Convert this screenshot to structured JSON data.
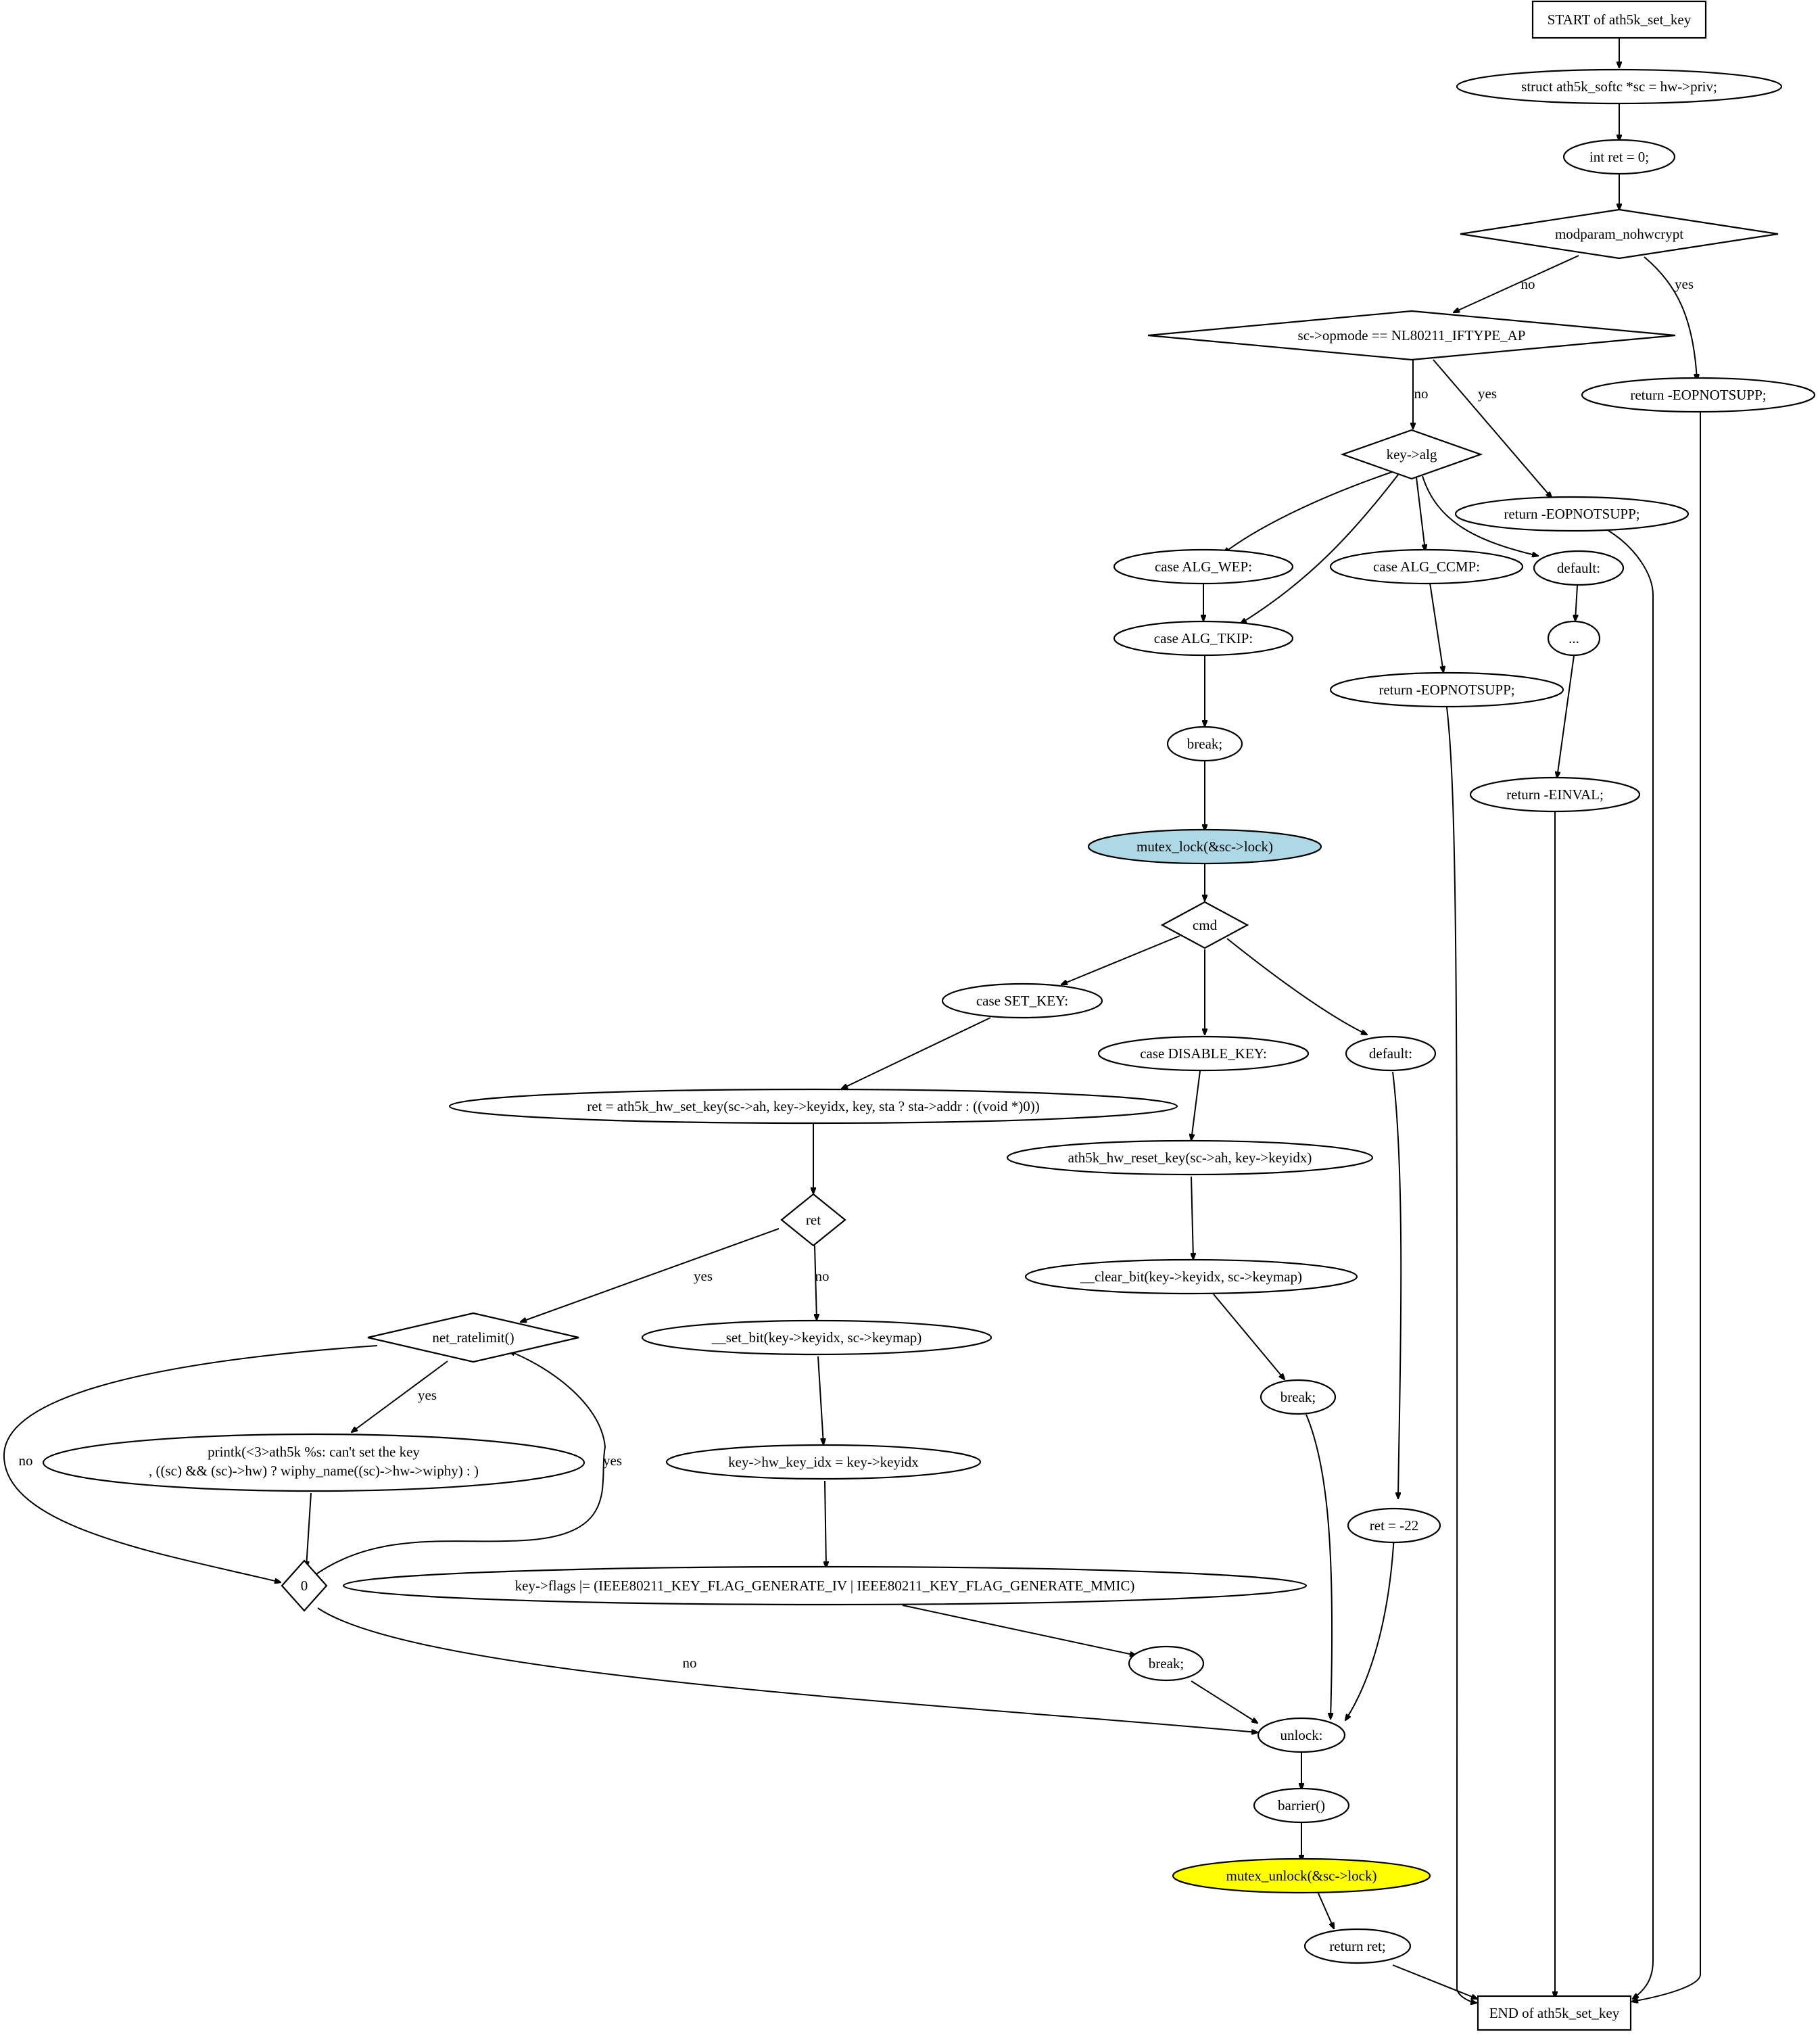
{
  "colors": {
    "highlight_lock": "#add8e6",
    "highlight_unlock": "#ffff00",
    "stroke": "#000000",
    "background": "#ffffff"
  },
  "nodes": {
    "start": "START of ath5k_set_key",
    "sc_decl": "struct ath5k_softc *sc = hw->priv;",
    "ret_decl": "int ret = 0;",
    "modparam": "modparam_nohwcrypt",
    "opmode": "sc->opmode == NL80211_IFTYPE_AP",
    "ret_eopnotsupp_1": "return -EOPNOTSUPP;",
    "key_alg": "key->alg",
    "ret_eopnotsupp_2": "return -EOPNOTSUPP;",
    "case_wep": "case ALG_WEP:",
    "case_ccmp": "case ALG_CCMP:",
    "alg_default": "default:",
    "case_tkip": "case ALG_TKIP:",
    "ellipsis": "...",
    "ret_eopnotsupp_3": "return -EOPNOTSUPP;",
    "break_1": "break;",
    "ret_einval": "return -EINVAL;",
    "mutex_lock": "mutex_lock(&sc->lock)",
    "cmd": "cmd",
    "case_set_key": "case SET_KEY:",
    "case_disable_key": "case DISABLE_KEY:",
    "cmd_default": "default:",
    "hw_set_key": "ret = ath5k_hw_set_key(sc->ah, key->keyidx, key, sta ? sta->addr : ((void *)0))",
    "hw_reset_key": "ath5k_hw_reset_key(sc->ah, key->keyidx)",
    "ret_check": "ret",
    "clear_bit": "__clear_bit(key->keyidx, sc->keymap)",
    "net_ratelimit": "net_ratelimit()",
    "set_bit": "__set_bit(key->keyidx, sc->keymap)",
    "break_2": "break;",
    "printk_1": "printk(<3>ath5k %s: can't set the key",
    "printk_2": ", ((sc) && (sc)->hw) ? wiphy_name((sc)->hw->wiphy) : )",
    "hw_key_idx": "key->hw_key_idx = key->keyidx",
    "ret_neg22": "ret = -22",
    "zero": "0",
    "key_flags": "key->flags |= (IEEE80211_KEY_FLAG_GENERATE_IV | IEEE80211_KEY_FLAG_GENERATE_MMIC)",
    "break_3": "break;",
    "unlock_label": "unlock:",
    "barrier": "barrier()",
    "mutex_unlock": "mutex_unlock(&sc->lock)",
    "return_ret": "return ret;",
    "end": "END of ath5k_set_key"
  },
  "edge_labels": {
    "modparam_no": "no",
    "modparam_yes": "yes",
    "opmode_no": "no",
    "opmode_yes": "yes",
    "ret_yes": "yes",
    "ret_no": "no",
    "ratelimit_yes": "yes",
    "ratelimit_no": "no",
    "zero_yes": "yes",
    "zero_no": "no"
  }
}
